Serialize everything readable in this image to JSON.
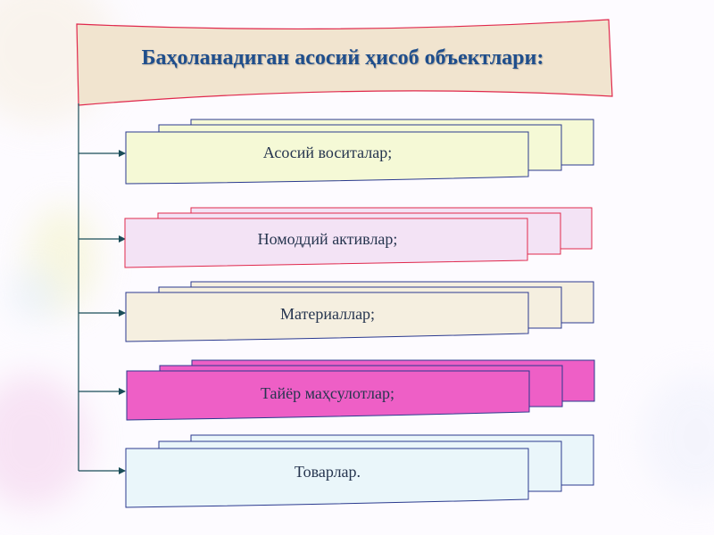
{
  "title": "Баҳоланадиган асосий ҳисоб объектлари:",
  "items": [
    {
      "label": "Асосий воситалар;",
      "fill": "#f5f9d6",
      "stroke": "#2b3a8f"
    },
    {
      "label": "Номоддий активлар;",
      "fill": "#f3e3f5",
      "stroke": "#e0284c"
    },
    {
      "label": "Материаллар;",
      "fill": "#f5efe0",
      "stroke": "#2b3a8f"
    },
    {
      "label": "Тайёр маҳсулотлар;",
      "fill": "#ee5fc6",
      "stroke": "#2b3a8f"
    },
    {
      "label": "Товарлар.",
      "fill": "#eaf6fa",
      "stroke": "#2b3a8f"
    }
  ],
  "colors": {
    "title_text": "#1f4e8c",
    "header_fill": "#f1e4cf",
    "header_stroke": "#e0284c",
    "connector": "#1a4d58"
  }
}
